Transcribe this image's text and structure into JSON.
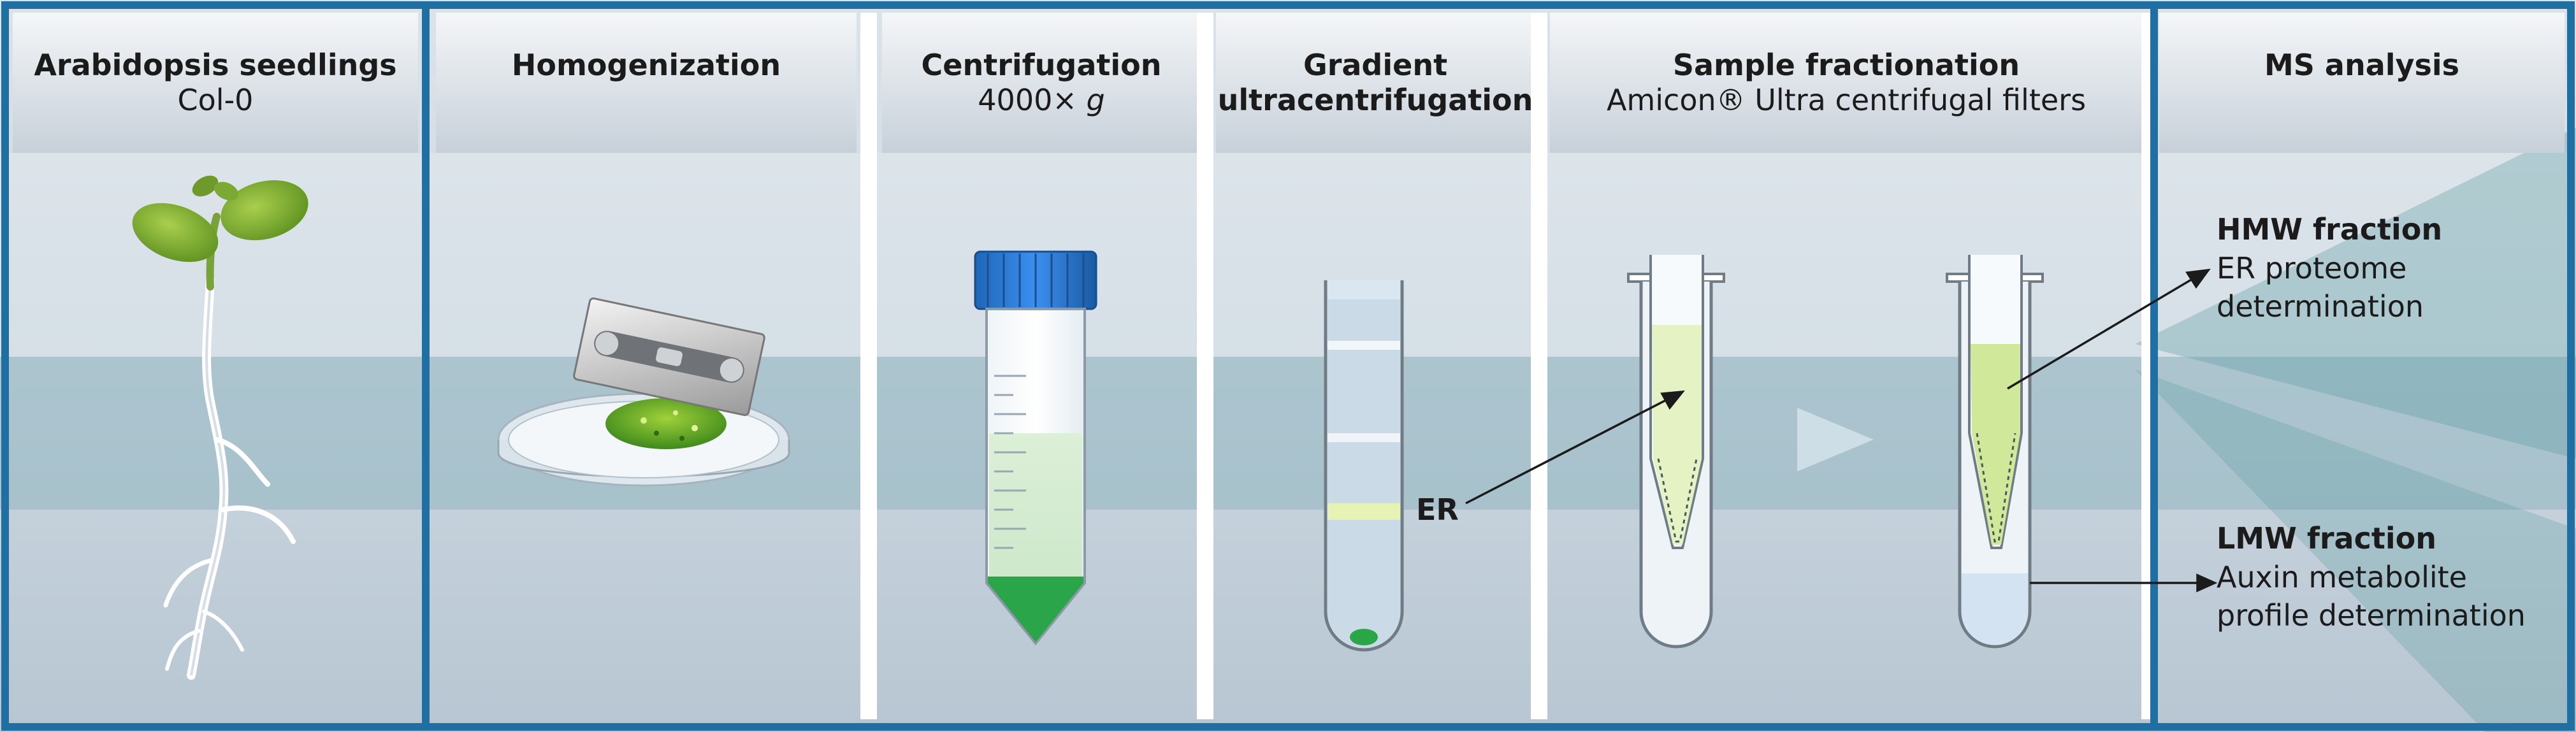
{
  "steps": [
    {
      "title": "Arabidopsis seedlings",
      "sub": "Col-0"
    },
    {
      "title": "Homogenization",
      "sub": ""
    },
    {
      "title": "Centrifugation",
      "sub_prefix": "4000× ",
      "sub_italic": "g"
    },
    {
      "title": "Gradient",
      "title2": "ultracentrifugation"
    },
    {
      "title": "Sample fractionation",
      "sub": "Amicon® Ultra centrifugal filters"
    },
    {
      "title": "MS analysis",
      "sub": ""
    }
  ],
  "labels": {
    "er": "ER",
    "hmw_title": "HMW fraction",
    "hmw_line1": "ER proteome",
    "hmw_line2": "determination",
    "lmw_title": "LMW fraction",
    "lmw_line1": "Auxin metabolite",
    "lmw_line2": "profile determination"
  },
  "colors": {
    "frame": "#1f6fa3",
    "band": "#8fb5c0",
    "cap": "#2f7fd6",
    "pellet": "#2aa548",
    "er_band": "#e6f3b4"
  }
}
